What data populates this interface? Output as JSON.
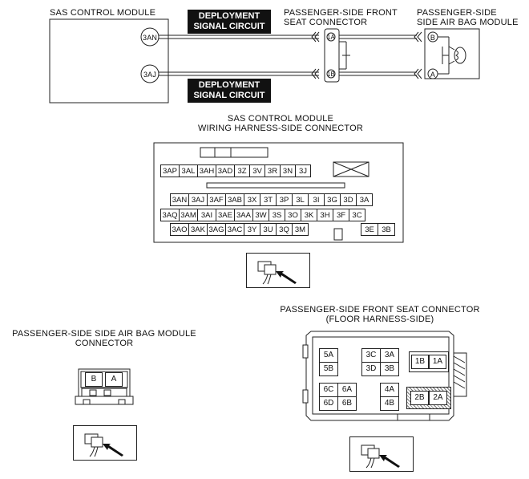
{
  "circuit": {
    "module_label": "SAS CONTROL MODULE",
    "deploy_badge_top": [
      "DEPLOYMENT",
      "SIGNAL CIRCUIT"
    ],
    "deploy_badge_bottom": [
      "DEPLOYMENT",
      "SIGNAL CIRCUIT"
    ],
    "seat_connector_label": [
      "PASSENGER-SIDE FRONT",
      "SEAT CONNECTOR"
    ],
    "airbag_module_label": [
      "PASSENGER-SIDE",
      "SIDE AIR BAG MODULE"
    ],
    "terminals": {
      "t_3an": "3AN",
      "t_3aj": "3AJ",
      "t_1a": "1A",
      "t_1b": "1B",
      "t_b": "B",
      "t_a": "A"
    }
  },
  "harness_connector": {
    "title": [
      "SAS CONTROL MODULE",
      "WIRING HARNESS-SIDE CONNECTOR"
    ],
    "row1": [
      "3AP",
      "3AL",
      "3AH",
      "3AD",
      "3Z",
      "3V",
      "3R",
      "3N",
      "3J"
    ],
    "row2": [
      "3AN",
      "3AJ",
      "3AF",
      "3AB",
      "3X",
      "3T",
      "3P",
      "3L",
      "3I",
      "3G",
      "3D",
      "3A"
    ],
    "row3": [
      "3AQ",
      "3AM",
      "3AI",
      "3AE",
      "3AA",
      "3W",
      "3S",
      "3O",
      "3K",
      "3H",
      "3F",
      "3C"
    ],
    "row4_left": [
      "3AO",
      "3AK",
      "3AG",
      "3AC",
      "3Y",
      "3U",
      "3Q",
      "3M"
    ],
    "row4_right": [
      "3E",
      "3B"
    ]
  },
  "airbag_connector": {
    "title": [
      "PASSENGER-SIDE SIDE AIR BAG MODULE",
      "CONNECTOR"
    ],
    "pins": [
      "B",
      "A"
    ]
  },
  "seat_connector": {
    "title": [
      "PASSENGER-SIDE FRONT SEAT CONNECTOR",
      "(FLOOR HARNESS-SIDE)"
    ],
    "block_5": [
      "5A",
      "5B"
    ],
    "block_3": [
      "3C",
      "3A",
      "3D",
      "3B"
    ],
    "block_1": [
      "1B",
      "1A"
    ],
    "block_6": [
      "6C",
      "6A",
      "6D",
      "6B"
    ],
    "block_4": [
      "4A",
      "4B"
    ],
    "block_2": [
      "2B",
      "2A"
    ]
  }
}
